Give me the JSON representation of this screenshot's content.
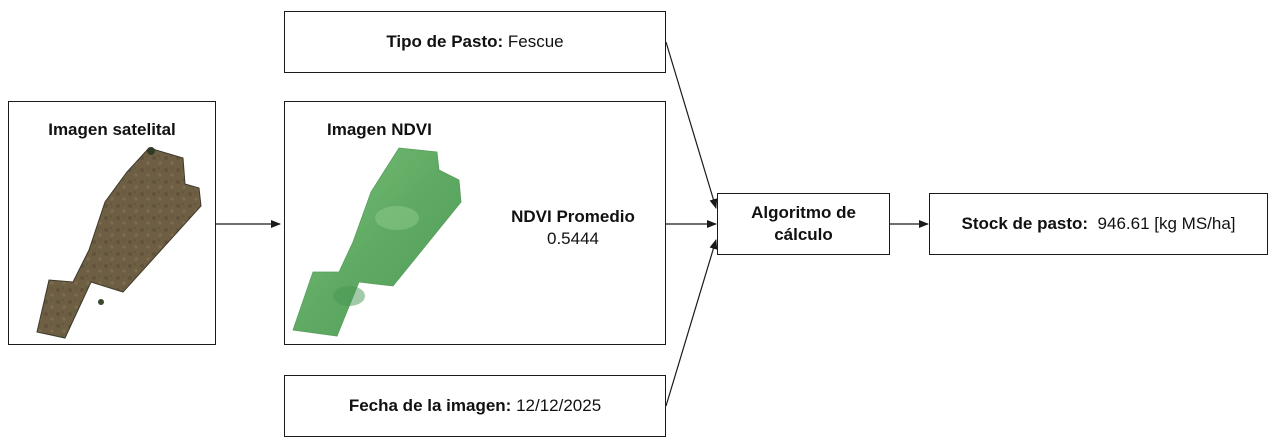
{
  "tipo_pasto": {
    "label": "Tipo de Pasto:",
    "value": "Fescue"
  },
  "satellite": {
    "title": "Imagen satelital"
  },
  "ndvi_image": {
    "title": "Imagen NDVI"
  },
  "ndvi_promedio": {
    "label": "NDVI Promedio",
    "value": "0.5444"
  },
  "fecha": {
    "label": "Fecha de la imagen:",
    "value": "12/12/2025"
  },
  "algoritmo": {
    "line1": "Algoritmo de",
    "line2": "cálculo"
  },
  "stock": {
    "label": "Stock de pasto:",
    "value": "946.61 [kg MS/ha]"
  },
  "colors": {
    "satellite_field": "#6e5e43",
    "ndvi_field": "#5faa63",
    "stroke": "#1a1a1a"
  }
}
